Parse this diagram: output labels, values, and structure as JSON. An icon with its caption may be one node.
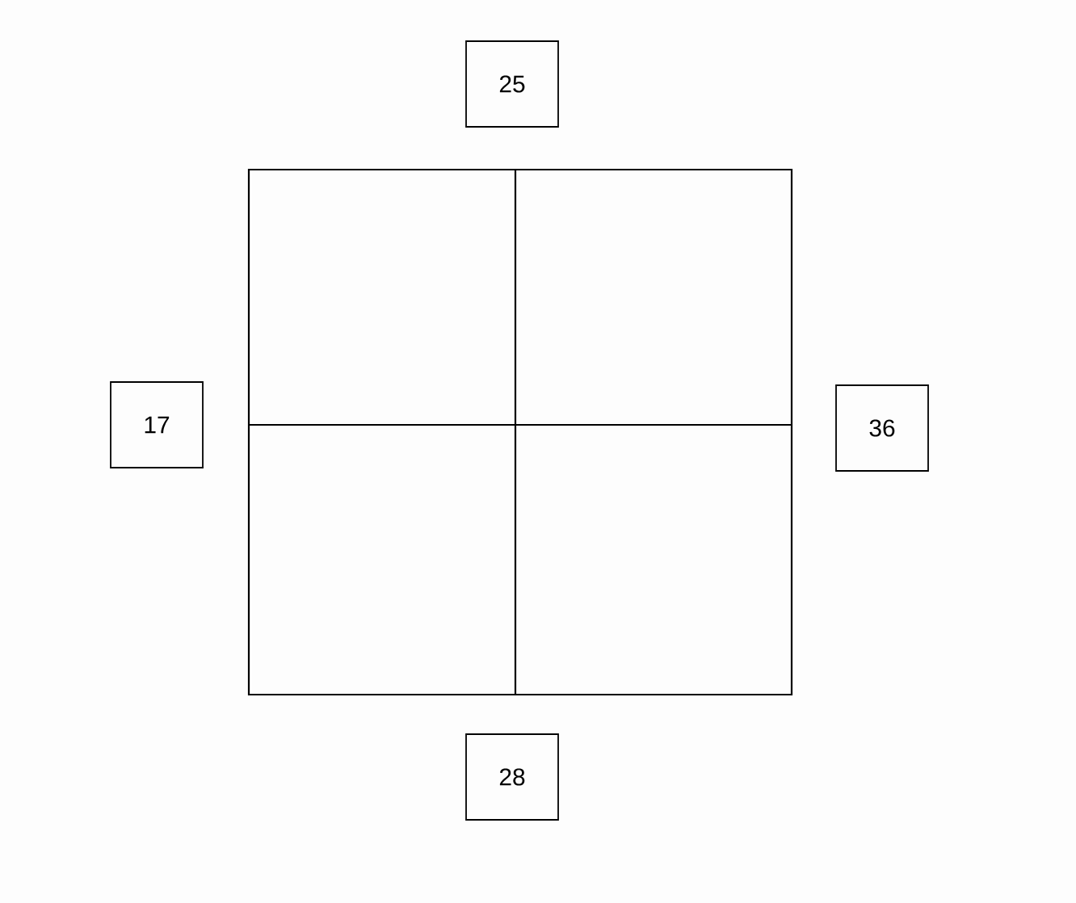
{
  "diagram": {
    "nodes": [
      {
        "text": [
          "25"
        ]
      },
      {
        "text": [
          "17"
        ]
      },
      {
        "text": [
          "36"
        ]
      },
      {
        "text": [
          "28"
        ]
      }
    ]
  }
}
